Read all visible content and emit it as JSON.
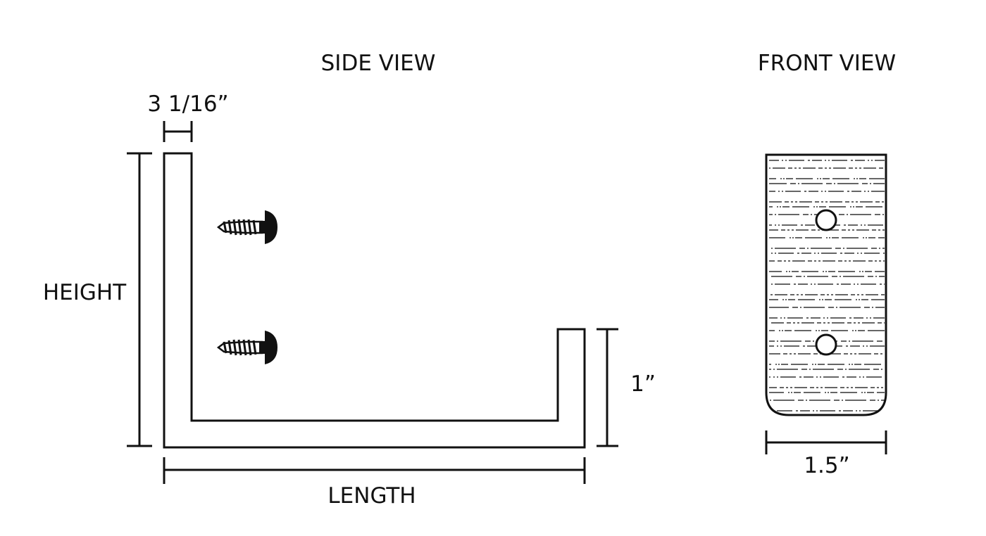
{
  "side_view": {
    "title": "SIDE VIEW",
    "thickness_label": "3 1/16”",
    "height_label": "HEIGHT",
    "length_label": "LENGTH",
    "lip_label": "1”",
    "screw_icons": [
      "screw-icon",
      "screw-icon"
    ]
  },
  "front_view": {
    "title": "FRONT VIEW",
    "width_label": "1.5”",
    "hole_count": 2
  },
  "colors": {
    "line": "#111111",
    "background": "#ffffff"
  }
}
